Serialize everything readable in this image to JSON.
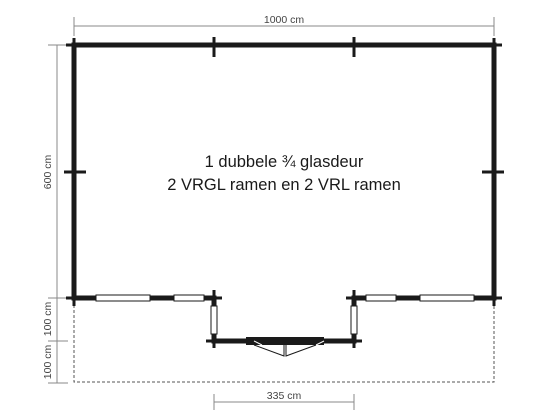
{
  "colors": {
    "wall": "#1a1a1a",
    "dimension": "#888888",
    "window_fill": "#ffffff",
    "text": "#1a1a1a"
  },
  "dimensions": {
    "width_total": "1000 cm",
    "depth_total": "600 cm",
    "porch_depth": "100 cm",
    "overhang_depth": "100 cm",
    "porch_width": "335 cm"
  },
  "description": {
    "line1": "1 dubbele ¾ glasdeur",
    "line2": "2 VRGL ramen en 2 VRL ramen"
  }
}
